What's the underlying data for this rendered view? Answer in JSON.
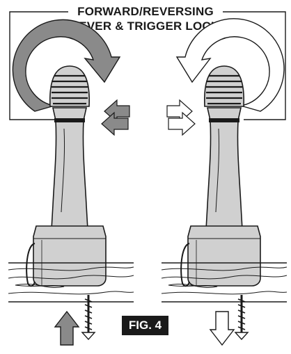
{
  "header": {
    "title_line1": "FORWARD/REVERSING",
    "title_line2": "LEVER & TRIGGER LOCK"
  },
  "figure": {
    "label": "FIG. 4"
  },
  "panels": [
    {
      "mode": "forward",
      "rotation": "clockwise",
      "lever_pushed_from": "right",
      "screw_motion": "in"
    },
    {
      "mode": "reverse",
      "rotation": "counterclockwise",
      "lever_pushed_from": "left",
      "screw_motion": "out"
    }
  ],
  "colors": {
    "ink": "#1a1a1a",
    "fill_gray": "#8a8a8a",
    "light_gray": "#d0d0d0",
    "white": "#ffffff"
  }
}
